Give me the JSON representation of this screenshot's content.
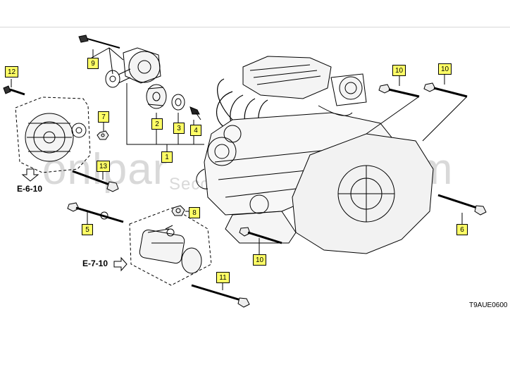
{
  "diagram": {
    "drawing_code": "T9AUE0600",
    "watermark": [
      "onlpar",
      "ts.com",
      "Second Street"
    ],
    "references": [
      {
        "id": "ref-e-6-10",
        "text": "E-6-10"
      },
      {
        "id": "ref-e-7-10",
        "text": "E-7-10"
      }
    ],
    "callouts": [
      {
        "id": "1",
        "label": "1"
      },
      {
        "id": "2",
        "label": "2"
      },
      {
        "id": "3",
        "label": "3"
      },
      {
        "id": "4",
        "label": "4"
      },
      {
        "id": "5",
        "label": "5"
      },
      {
        "id": "6",
        "label": "6"
      },
      {
        "id": "7",
        "label": "7"
      },
      {
        "id": "8",
        "label": "8"
      },
      {
        "id": "9",
        "label": "9"
      },
      {
        "id": "10a",
        "label": "10"
      },
      {
        "id": "10b",
        "label": "10"
      },
      {
        "id": "10c",
        "label": "10"
      },
      {
        "id": "11",
        "label": "11"
      },
      {
        "id": "12",
        "label": "12"
      },
      {
        "id": "13",
        "label": "13"
      }
    ]
  },
  "colors": {
    "callout_fill": "#ffff66",
    "line": "#000000",
    "watermark": "#d9d9d9"
  }
}
